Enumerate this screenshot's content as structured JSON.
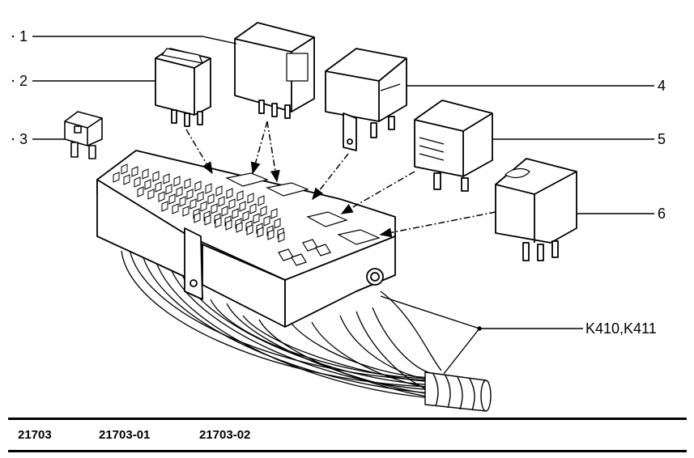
{
  "callouts": [
    {
      "number": "1",
      "part": "relay"
    },
    {
      "number": "2",
      "part": "relay"
    },
    {
      "number": "3",
      "part": "fuse"
    },
    {
      "number": "4",
      "part": "relay"
    },
    {
      "number": "5",
      "part": "relay"
    },
    {
      "number": "6",
      "part": "relay"
    }
  ],
  "harness_label": "K410,K411",
  "footer": {
    "codes": [
      "21703",
      "21703-01",
      "21703-02"
    ]
  }
}
